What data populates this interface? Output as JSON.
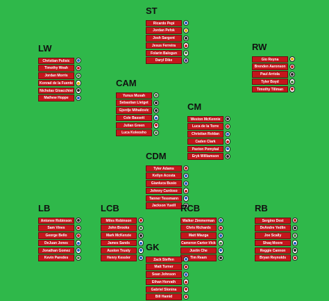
{
  "positions": [
    {
      "id": "st",
      "label": "ST",
      "players": [
        "Ricardo Pepi",
        "Jordan Pefok",
        "Josh Sargent",
        "Jesus Ferreira",
        "Folarin Balogun",
        "Daryl Dike"
      ],
      "badges": [
        "#1f5fbf",
        "#e1b000",
        "#222222",
        "#c4161c",
        "#3a8c3a",
        "#4b2e83"
      ]
    },
    {
      "id": "lw",
      "label": "LW",
      "players": [
        "Christian Pulisic",
        "Timothy Weah",
        "Jordan Morris",
        "Konrad de la Fuente",
        "Nicholas Gioacchini",
        "Mathew Hoppe"
      ],
      "badges": [
        "#1f5fbf",
        "#c4161c",
        "#3a8c3a",
        "#e1b000",
        "#222222",
        "#1f5fbf"
      ]
    },
    {
      "id": "rw",
      "label": "RW",
      "players": [
        "Gio Reyna",
        "Brenden Aaronson",
        "Paul Arriola",
        "Tyler Boyd",
        "Timothy Tillman"
      ],
      "badges": [
        "#e1b000",
        "#c4161c",
        "#222222",
        "#3a8c3a",
        "#c4161c"
      ]
    },
    {
      "id": "cam",
      "label": "CAM",
      "players": [
        "Yunus Musah",
        "Sebastian Lletget",
        "Gjordje Mihailovic",
        "Cole Bassett",
        "Julian Green",
        "Luca Koleosho"
      ],
      "badges": [
        "#3a8c3a",
        "#222222",
        "#222222",
        "#1f5fbf",
        "#c4161c",
        "#3a8c3a"
      ]
    },
    {
      "id": "cm",
      "label": "CM",
      "players": [
        "Weston McKennie",
        "Luca de la Torre",
        "Christian Roldan",
        "Caden Clark",
        "Paxton Pomykal",
        "Eryk Williamson"
      ],
      "badges": [
        "#222222",
        "#c4161c",
        "#1f5fbf",
        "#c4161c",
        "#1f5fbf",
        "#222222"
      ]
    },
    {
      "id": "cdm",
      "label": "CDM",
      "players": [
        "Tyler Adams",
        "Kellyn Acosta",
        "Gianluca Busio",
        "Johnny Cardoso",
        "Tanner Tessmann",
        "Jackson Yueill"
      ],
      "badges": [
        "#c4161c",
        "#1f5fbf",
        "#1f5fbf",
        "#c4161c",
        "#1f5fbf",
        "#222222"
      ]
    },
    {
      "id": "lb",
      "label": "LB",
      "players": [
        "Antonee Robinson",
        "Sam Vines",
        "George Bello",
        "DeJuan Jones",
        "Jonathan Gomez",
        "Kevin Paredes"
      ],
      "badges": [
        "#222222",
        "#c4161c",
        "#c4161c",
        "#1f5fbf",
        "#1f5fbf",
        "#3a8c3a"
      ]
    },
    {
      "id": "lcb",
      "label": "LCB",
      "players": [
        "Miles Robinson",
        "John Brooks",
        "Mark McKenzie",
        "James Sands",
        "Auston Trusty",
        "Henry Kessler"
      ],
      "badges": [
        "#c4161c",
        "#3a8c3a",
        "#222222",
        "#1f5fbf",
        "#1f5fbf",
        "#1f5fbf"
      ]
    },
    {
      "id": "rcb",
      "label": "RCB",
      "players": [
        "Walker Zimmerman",
        "Chris Richards",
        "Matt Miazga",
        "Cameron Carter-Vickers",
        "Justin Che",
        "Tim Ream"
      ],
      "badges": [
        "#1f5fbf",
        "#c4161c",
        "#1f5fbf",
        "#3a8c3a",
        "#1f5fbf",
        "#222222"
      ]
    },
    {
      "id": "rb",
      "label": "RB",
      "players": [
        "Sergino Dest",
        "DeAndre Yedlin",
        "Joe Scally",
        "Shaq Moore",
        "Reggie Cannon",
        "Bryan Reynolds"
      ],
      "badges": [
        "#c4161c",
        "#222222",
        "#3a8c3a",
        "#1f5fbf",
        "#222222",
        "#c4161c"
      ]
    },
    {
      "id": "gk",
      "label": "GK",
      "players": [
        "Zack Steffen",
        "Matt Turner",
        "Sean Johnson",
        "Ethan Horvath",
        "Gabriel Slonina",
        "Bill Hamid"
      ],
      "badges": [
        "#1f5fbf",
        "#c4161c",
        "#1f5fbf",
        "#c4161c",
        "#c4161c",
        "#c4161c"
      ]
    }
  ]
}
